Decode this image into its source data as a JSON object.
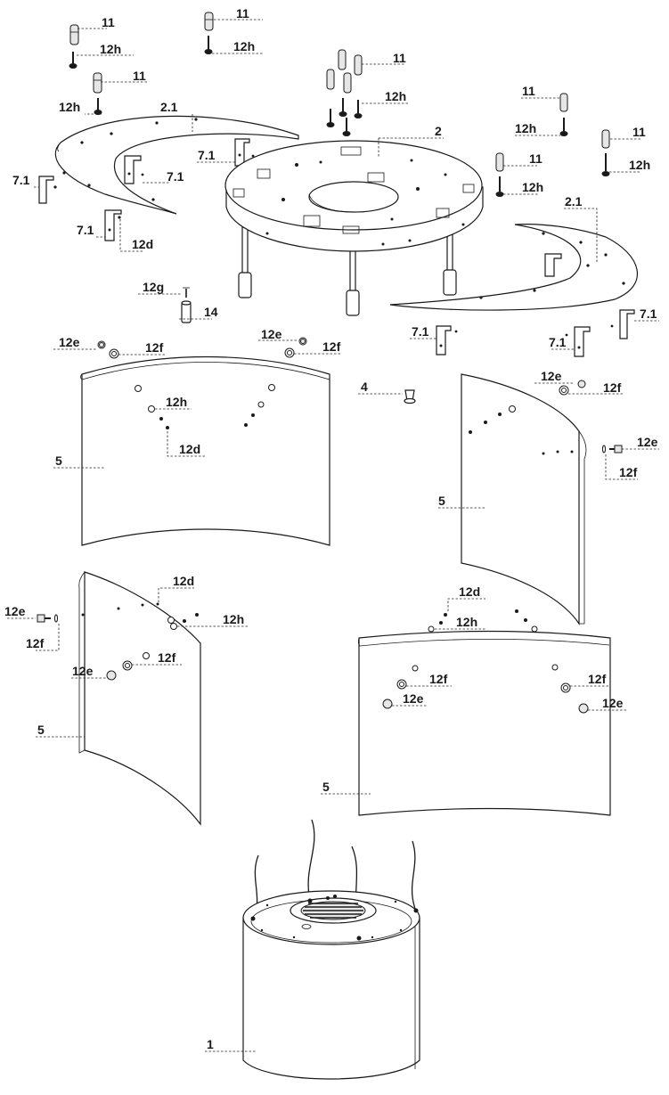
{
  "diagram": {
    "labels": {
      "l01": "11",
      "l02": "12h",
      "l03": "11",
      "l04": "12h",
      "l05": "11",
      "l06": "12h",
      "l07": "2.1",
      "l08": "7.1",
      "l09": "7.1",
      "l10": "7.1",
      "l11": "7.1",
      "l12": "12d",
      "l13": "11",
      "l14": "12h",
      "l15": "2",
      "l16": "11",
      "l17": "12h",
      "l18": "11",
      "l19": "12h",
      "l20": "11",
      "l21": "12h",
      "l22": "2.1",
      "l23": "7.1",
      "l24": "7.1",
      "l25": "7.1",
      "l26": "12g",
      "l27": "14",
      "l28": "12e",
      "l29": "12f",
      "l30": "12e",
      "l31": "12f",
      "l32": "4",
      "l33": "12e",
      "l34": "12f",
      "l35": "12h",
      "l36": "12d",
      "l37": "5",
      "l38": "12e",
      "l39": "12f",
      "l40": "5",
      "l41": "12d",
      "l42": "12e",
      "l43": "12f",
      "l44": "12h",
      "l45": "12f",
      "l46": "12e",
      "l47": "5",
      "l48": "12d",
      "l49": "12h",
      "l50": "12f",
      "l51": "12e",
      "l52": "12f",
      "l53": "12e",
      "l54": "5",
      "l55": "1"
    }
  }
}
